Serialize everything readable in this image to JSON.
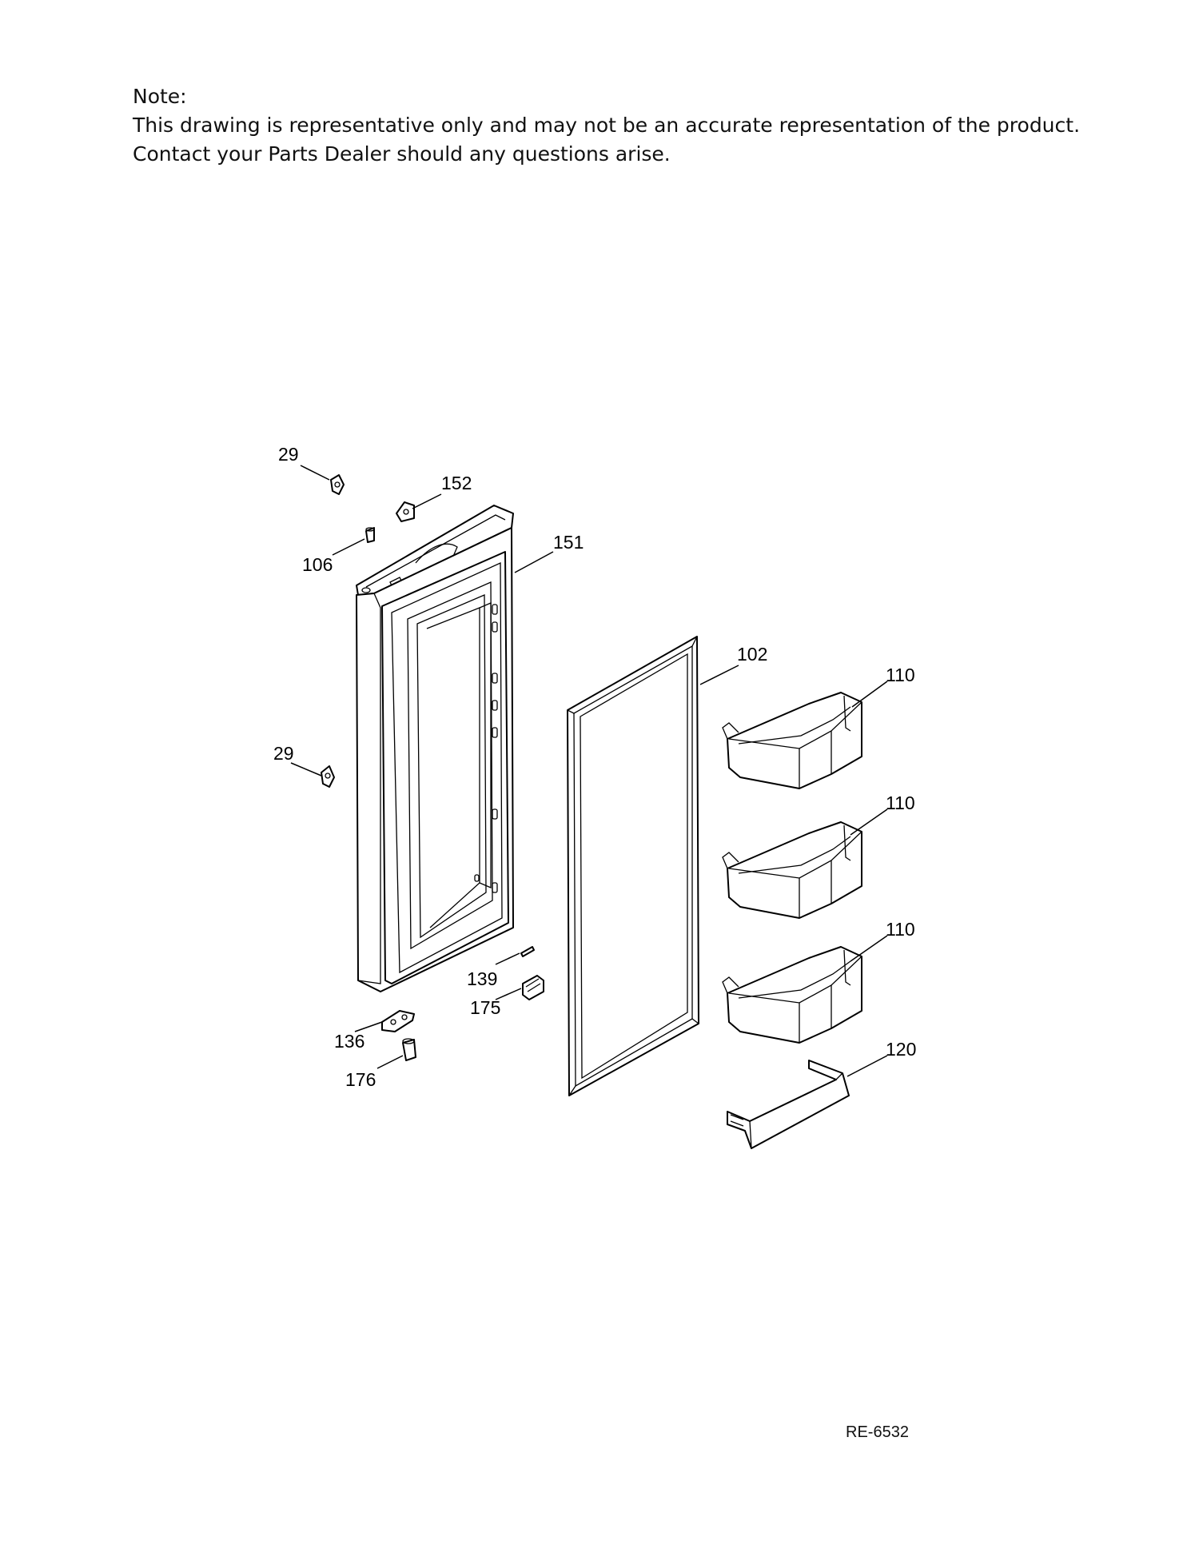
{
  "note": {
    "heading": "Note:",
    "line1": "This drawing is representative only and may not be an accurate representation of the product.",
    "line2": "Contact your Parts Dealer should any questions arise."
  },
  "callouts": {
    "c29_top": "29",
    "c152": "152",
    "c106": "106",
    "c151": "151",
    "c102": "102",
    "c110_a": "110",
    "c29_mid": "29",
    "c110_b": "110",
    "c110_c": "110",
    "c139": "139",
    "c175": "175",
    "c136": "136",
    "c176": "176",
    "c120": "120"
  },
  "document": {
    "ref": "RE-6532"
  }
}
